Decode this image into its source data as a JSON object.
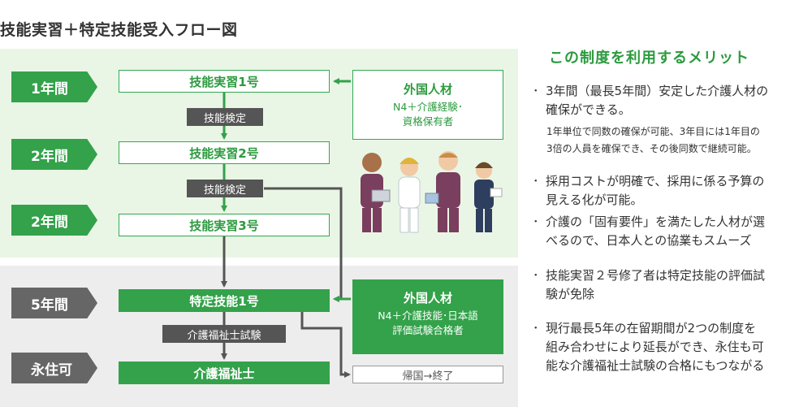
{
  "title": "技能実習＋特定技能受入フロー図",
  "colors": {
    "green": "#33a24a",
    "dark_green": "#2c9b3f",
    "gray_label": "#666666",
    "exam_bg": "#555555",
    "panel_green": "#eaf6e5",
    "panel_gray": "#ededed"
  },
  "labels": {
    "y1": "1年間",
    "y2a": "2年間",
    "y2b": "2年間",
    "y5": "5年間",
    "perm": "永住可"
  },
  "boxes": {
    "tr1": "技能実習1号",
    "tr2": "技能実習2号",
    "tr3": "技能実習3号",
    "ss1": "特定技能1号",
    "care": "介護福祉士",
    "return": "帰国→終了"
  },
  "exams": {
    "e1": "技能検定",
    "e2": "技能検定",
    "e3": "介護福祉士試験"
  },
  "foreign1": {
    "title": "外国人材",
    "line1": "N4＋介護経験･",
    "line2": "資格保有者"
  },
  "foreign2": {
    "title": "外国人材",
    "line1": "N4＋介護技能･日本語",
    "line2": "評価試験合格者"
  },
  "merit": {
    "title": "この制度を利用するメリット",
    "b1a": "3年間（最長5年間）安定した介護人材の",
    "b1b": "確保ができる。",
    "n1a": "1年単位で同数の確保が可能、3年目には1年目の",
    "n1b": "3倍の人員を確保でき、その後同数で継続可能。",
    "b2a": "採用コストが明確で、採用に係る予算の",
    "b2b": "見える化が可能。",
    "b3a": "介護の「固有要件」を満たした人材が選",
    "b3b": "べるので、日本人との協業もスムーズ",
    "b4a": "技能実習２号修了者は特定技能の評価試",
    "b4b": "験が免除",
    "b5a": "現行最長5年の在留期間が2つの制度を",
    "b5b": "組み合わせにより延長ができ、永住も可",
    "b5c": "能な介護福祉士試験の合格にもつながる",
    "dot": "･"
  }
}
